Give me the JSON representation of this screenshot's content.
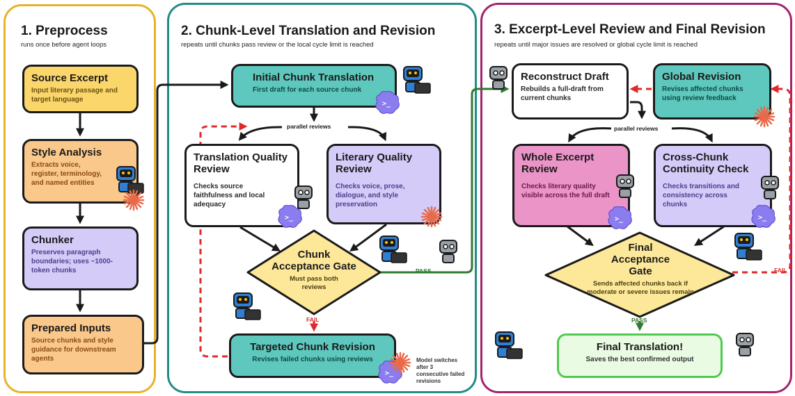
{
  "colors": {
    "stage1": "#e8b22a",
    "stage2": "#1f8c86",
    "stage3": "#a3236f",
    "pass": "#2e7a2e",
    "fail": "#e02a2a",
    "gate": "#fde89a"
  },
  "stage1": {
    "title": "1. Preprocess",
    "subtitle": "runs once before agent loops",
    "source": {
      "title": "Source Excerpt",
      "desc": "Input literary passage and target language"
    },
    "style": {
      "title": "Style Analysis",
      "desc": "Extracts voice, register, terminology, and named entities"
    },
    "chunker": {
      "title": "Chunker",
      "desc": "Preserves paragraph boundaries; uses ~1000-token chunks"
    },
    "prepared": {
      "title": "Prepared Inputs",
      "desc": "Source chunks and style guidance for downstream agents"
    }
  },
  "stage2": {
    "title": "2. Chunk-Level Translation and Revision",
    "subtitle": "repeats until chunks pass review or the local cycle limit is reached",
    "initial": {
      "title": "Initial Chunk Translation",
      "desc": "First draft for each source chunk"
    },
    "parallel": "parallel reviews",
    "tqr": {
      "title": "Translation Quality Review",
      "desc": "Checks source faithfulness and local adequacy"
    },
    "lqr": {
      "title": "Literary Quality Review",
      "desc": "Checks voice, prose, dialogue, and style preservation"
    },
    "gate": {
      "title": "Chunk Acceptance Gate",
      "desc": "Must pass both reviews"
    },
    "pass": "PASS",
    "fail": "FAIL",
    "targeted": {
      "title": "Targeted Chunk Revision",
      "desc": "Revises failed chunks using reviews"
    },
    "note": "Model switches after 3 consecutive failed revisions"
  },
  "stage3": {
    "title": "3. Excerpt-Level Review and Final Revision",
    "subtitle": "repeats until major issues are resolved or global cycle limit is reached",
    "reconstruct": {
      "title": "Reconstruct Draft",
      "desc": "Rebuilds a full-draft from current chunks"
    },
    "global": {
      "title": "Global Revision",
      "desc": "Revises affected chunks using review feedback"
    },
    "parallel": "parallel reviews",
    "whole": {
      "title": "Whole Excerpt Review",
      "desc": "Checks literary quality visible across the full draft"
    },
    "cross": {
      "title": "Cross-Chunk Continuity Check",
      "desc": "Checks transitions and consistency across chunks"
    },
    "gate": {
      "title": "Final Acceptance Gate",
      "desc": "Sends affected chunks back if moderate or severe issues remain"
    },
    "pass": "PASS",
    "fail": "FAIL",
    "final": {
      "title": "Final Translation!",
      "desc": "Saves the best confirmed output"
    }
  }
}
